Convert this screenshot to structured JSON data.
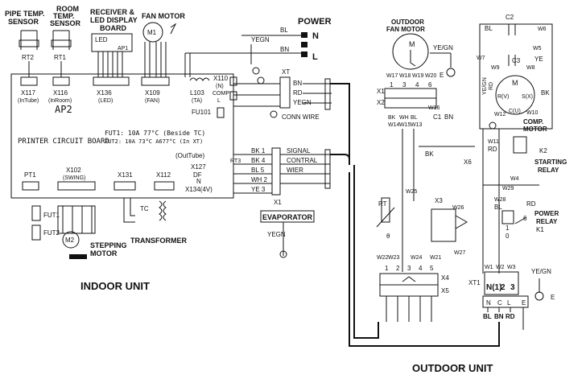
{
  "indoor": {
    "pipe_sensor_label": [
      "PIPE TEMP.",
      "SENSOR"
    ],
    "room_sensor_label": [
      "ROOM",
      "TEMP.",
      "SENSOR"
    ],
    "receiver_label": [
      "RECEIVER &",
      "LED DISPLAY",
      "BOARD"
    ],
    "fan_motor_label": "FAN MOTOR",
    "power_label": "POWER",
    "pipe_sensor_ref": "RT2",
    "room_sensor_ref": "RT1",
    "led_text": "LED",
    "ap1_text": "AP1",
    "m1_text": "M1",
    "board_ref": "AP2",
    "board_name": "PRINTER CIRCUIT BOARD",
    "fuse_note_1": "FUT1: 10A 77°C (Beside TC)",
    "fuse_note_2": "FUT2: 10A 73°C A677°C (In XT)",
    "x117_text": [
      "X117",
      "(InTube)"
    ],
    "x116_text": [
      "X116",
      "(InRoom)"
    ],
    "x136_text": [
      "X136",
      "(LED)"
    ],
    "x109_text": [
      "X109",
      "(FAN)"
    ],
    "l103_text": [
      "L103",
      "(TA)"
    ],
    "x110_text": [
      "X110",
      "(N)",
      "COMP",
      "L"
    ],
    "fu101_text": "FU101",
    "xt_text": "XT",
    "xt_terms": [
      "BN",
      "RD",
      "YEGN"
    ],
    "conn_wire": "CONN WIRE",
    "yegn_top": "YEGN",
    "power_bl": "BL",
    "power_bn": "BN",
    "power_n": "N",
    "power_l": "L",
    "pt1": "PT1",
    "x102": [
      "X102",
      "(SWING)"
    ],
    "x131": "X131",
    "x112": "X112",
    "tc": "TC",
    "fut1": "FUT1",
    "fut2": "FUT2",
    "m2": "M2",
    "stepping_motor": [
      "STEPPING",
      "MOTOR"
    ],
    "transformer": "TRANSFORMER",
    "rt3": "RT3",
    "outtube": "(OutTube)",
    "x127": "X127",
    "df": "DF",
    "n_label": "N",
    "x134": "X134(4V)",
    "x1": "X1",
    "signal_wires": [
      "BK 1",
      "BK 4",
      "BL 5",
      "WH 2",
      "YE 3"
    ],
    "signal_text": [
      "SIGNAL",
      "CONTRAL",
      "WIER"
    ],
    "evaporator": "EVAPORATOR",
    "yegn_evap": "YEGN",
    "unit_label": "INDOOR UNIT"
  },
  "outdoor": {
    "fan_motor_label": [
      "OUTDOOR",
      "FAN MOTOR"
    ],
    "m_text": "M",
    "ye_gn": "YE/GN",
    "e_text": "E",
    "x1": "X1",
    "x2": "X2",
    "wires_top": [
      "W17",
      "W18",
      "W19",
      "W20"
    ],
    "pins_top": [
      "1",
      "3",
      "4",
      "6"
    ],
    "bk_col": [
      "BK",
      "W14"
    ],
    "wh_col": [
      "WH",
      "W15"
    ],
    "bl_col": [
      "BL",
      "W13"
    ],
    "bn_col": [
      "BN",
      "W16"
    ],
    "c1": "C1",
    "c1_bn": "BN",
    "bk_label": "BK",
    "x6": "X6",
    "w25": "W25",
    "rt_label": "RT",
    "theta": "θ",
    "x3": "X3",
    "w26": "W26",
    "w27": "W27",
    "w22": "W22",
    "w23": "W23",
    "w24": "W24",
    "w21": "W21",
    "x4_pins": [
      "1",
      "2",
      "3",
      "4",
      "5"
    ],
    "x4": "X4",
    "x5": "X5",
    "c2": "C2",
    "bl_top": "BL",
    "w6": "W6",
    "w7": "W7",
    "c3": "C3",
    "w5": "W5",
    "w9": "W9",
    "w8": "W8",
    "ye_right": "YE",
    "ye_gn_v": "YE/GN",
    "rd_v": "RD",
    "bk_v": "BK",
    "m_comp": "M",
    "r_v": "R(V)",
    "s_x": "S(X)",
    "c_u": "C(U)",
    "w12": "W12",
    "w10": "W10",
    "comp_motor": [
      "COMP.",
      "MOTOR"
    ],
    "w11": "W11",
    "rd_mid": "RD",
    "k2": "K2",
    "starting_relay": [
      "STARTING",
      "RELAY"
    ],
    "w4": "W4",
    "w29": "W29",
    "w28": "W28",
    "bl_mid": "BL",
    "rd_power": "RD",
    "power_relay": [
      "POWER",
      "RELAY"
    ],
    "k1": "K1",
    "k1_nums": [
      "1",
      "0",
      "6"
    ],
    "xt1": "XT1",
    "w_bottom": [
      "W1",
      "W2",
      "W3"
    ],
    "xt1_terms": [
      "N(1)",
      "2",
      "3"
    ],
    "ye_gn_bottom": "YE/GN",
    "bottom_letters": [
      "N",
      "C",
      "L",
      "E"
    ],
    "bottom_colors": [
      "BL",
      "BN",
      "RD"
    ],
    "unit_label": "OUTDOOR UNIT"
  }
}
